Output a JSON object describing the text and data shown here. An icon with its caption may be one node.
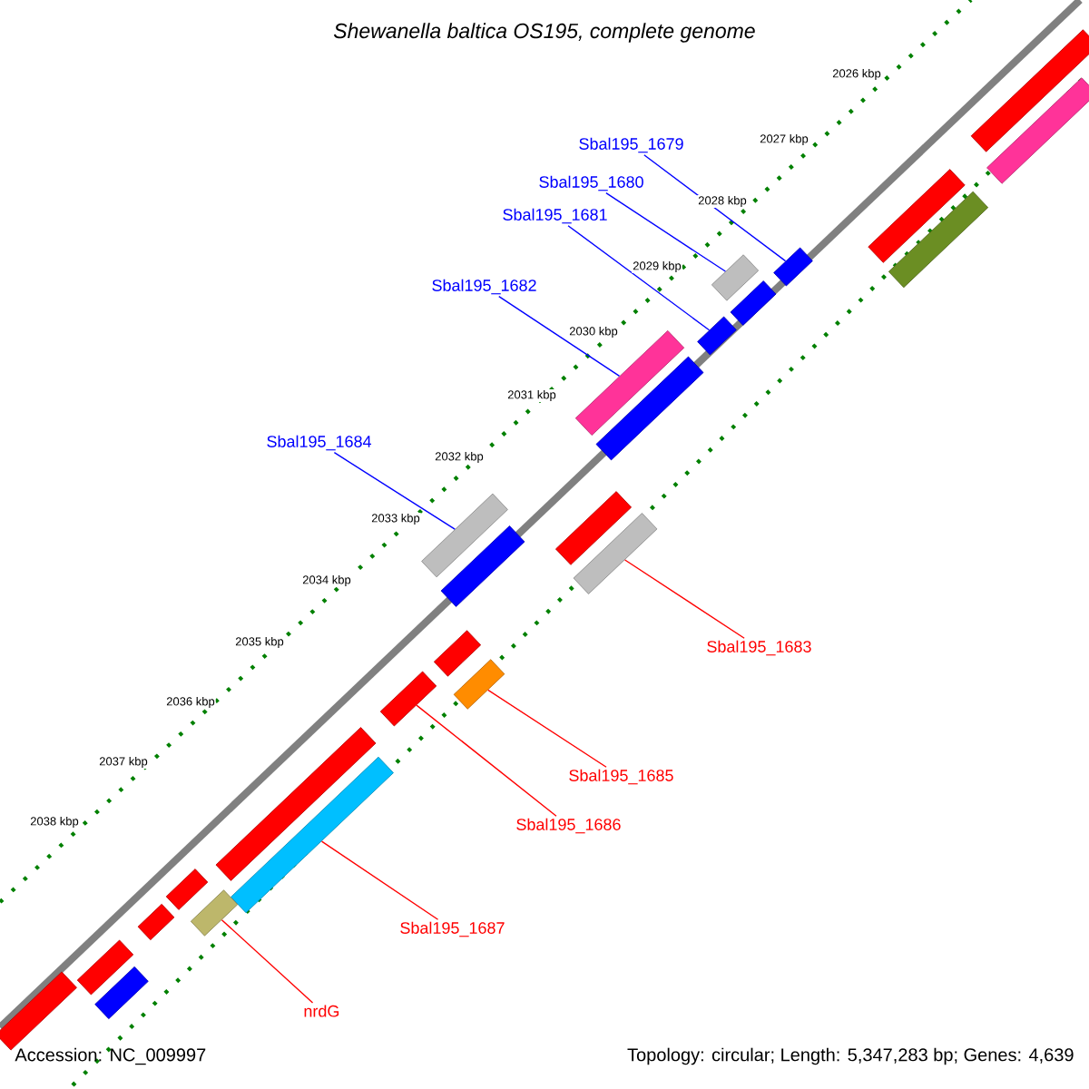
{
  "diagram": {
    "title": "Shewanella baltica OS195, complete genome",
    "nodes": [
      {
        "text": [
          "Sbal195_1679"
        ]
      },
      {
        "text": [
          "Sbal195_1680"
        ]
      },
      {
        "text": [
          "Sbal195_1681"
        ]
      },
      {
        "text": [
          "Sbal195_1682"
        ]
      },
      {
        "text": [
          "Sbal195_1684"
        ]
      },
      {
        "text": [
          "Sbal195_1683"
        ]
      },
      {
        "text": [
          "Sbal195_1685"
        ]
      },
      {
        "text": [
          "Sbal195_1686"
        ]
      },
      {
        "text": [
          "Sbal195_1687"
        ]
      },
      {
        "text": [
          "nrdG"
        ]
      },
      {
        "text": [],
        "shape": "bar"
      },
      {
        "text": [],
        "shape": "bar"
      },
      {
        "text": [],
        "shape": "bar"
      },
      {
        "text": [],
        "shape": "bar"
      },
      {
        "text": [],
        "shape": "bar"
      },
      {
        "text": [],
        "shape": "bar"
      },
      {
        "text": [],
        "shape": "bar"
      },
      {
        "text": [],
        "shape": "bar"
      },
      {
        "text": [],
        "shape": "bar"
      },
      {
        "text": [],
        "shape": "bar"
      },
      {
        "text": [],
        "shape": "bar"
      },
      {
        "text": [],
        "shape": "bar"
      },
      {
        "text": [],
        "shape": "bar"
      },
      {
        "text": [],
        "shape": "bar"
      },
      {
        "text": [],
        "shape": "bar"
      },
      {
        "text": [],
        "shape": "bar"
      },
      {
        "text": [],
        "shape": "bar"
      },
      {
        "text": [],
        "shape": "bar"
      },
      {
        "text": [],
        "shape": "bar"
      },
      {
        "text": [],
        "shape": "bar"
      },
      {
        "text": [],
        "shape": "bar"
      },
      {
        "text": [],
        "shape": "bar"
      },
      {
        "text": [],
        "shape": "bar"
      },
      {
        "text": [],
        "shape": "bar"
      },
      {
        "text": [],
        "shape": "bar"
      }
    ],
    "edges": [
      {
        "from": 0,
        "to": 10,
        "arrow": "none",
        "color": "#0000ff"
      },
      {
        "from": 1,
        "to": 11,
        "arrow": "none",
        "color": "#0000ff"
      },
      {
        "from": 2,
        "to": 12,
        "arrow": "none",
        "color": "#0000ff"
      },
      {
        "from": 3,
        "to": 13,
        "arrow": "none",
        "color": "#0000ff"
      },
      {
        "from": 4,
        "to": 14,
        "arrow": "none",
        "color": "#0000ff"
      },
      {
        "from": 5,
        "to": 15,
        "arrow": "none",
        "color": "#ff0000"
      },
      {
        "from": 6,
        "to": 16,
        "arrow": "none",
        "color": "#ff0000"
      },
      {
        "from": 7,
        "to": 17,
        "arrow": "none",
        "color": "#ff0000"
      },
      {
        "from": 8,
        "to": 18,
        "arrow": "none",
        "color": "#ff0000"
      },
      {
        "from": 9,
        "to": 19,
        "arrow": "none",
        "color": "#ff0000"
      }
    ],
    "labels": [
      "2026 kbp",
      "2027 kbp",
      "2028 kbp",
      "2029 kbp",
      "2030 kbp",
      "2031 kbp",
      "2032 kbp",
      "2033 kbp",
      "2034 kbp",
      "2035 kbp",
      "2036 kbp",
      "2037 kbp",
      "2038 kbp",
      "Accession: NC_009997",
      "Topology: circular; Length: 5,347,283 bp; Genes: 4,639"
    ]
  }
}
